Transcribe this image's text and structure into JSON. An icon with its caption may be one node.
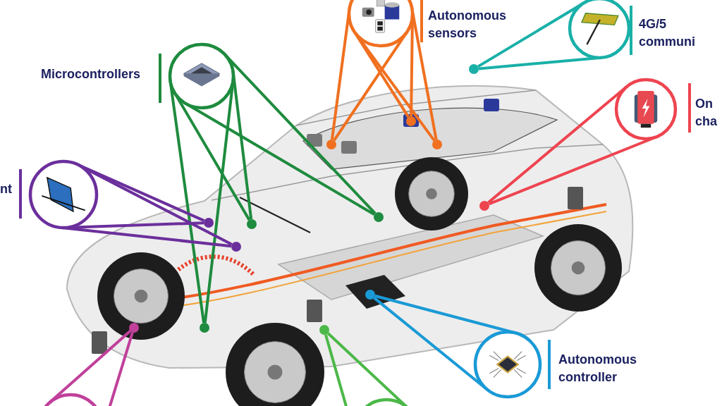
{
  "diagram": {
    "nodes": [
      {
        "text": [
          "Autonomous sensors"
        ]
      },
      {
        "text": [
          "4G/5 communi"
        ]
      },
      {
        "text": [
          "Microcontrollers"
        ]
      },
      {
        "text": [
          "On cha"
        ]
      },
      {
        "text": [
          "nt"
        ]
      },
      {
        "text": [
          "Autonomous controller"
        ]
      },
      {
        "text": [],
        "shape": "circle"
      },
      {
        "text": [],
        "shape": "circle"
      },
      {
        "text": [],
        "shape": "circle"
      },
      {
        "text": [],
        "shape": "circle"
      },
      {
        "text": [],
        "shape": "circle"
      },
      {
        "text": [],
        "shape": "circle"
      },
      {
        "text": [],
        "shape": "circle"
      },
      {
        "text": [],
        "shape": "circle"
      },
      {
        "text": [],
        "shape": "circle"
      },
      {
        "text": [],
        "shape": "circle"
      },
      {
        "text": [],
        "shape": "circle"
      },
      {
        "text": [],
        "shape": "circle"
      },
      {
        "text": [],
        "shape": "circle"
      },
      {
        "text": [],
        "shape": "circle"
      },
      {
        "text": [],
        "shape": "circle"
      }
    ],
    "edges": [
      {
        "from": 0,
        "to": 8,
        "arrow": "none",
        "color": "#f07020"
      },
      {
        "from": 0,
        "to": 9,
        "arrow": "none",
        "color": "#f07020"
      },
      {
        "from": 0,
        "to": 10,
        "arrow": "none",
        "color": "#f07020"
      },
      {
        "from": 1,
        "to": 11,
        "arrow": "none",
        "color": "#19b0a8"
      },
      {
        "from": 2,
        "to": 12,
        "arrow": "none",
        "color": "#1e8b3e"
      },
      {
        "from": 2,
        "to": 13,
        "arrow": "none",
        "color": "#1e8b3e"
      },
      {
        "from": 2,
        "to": 14,
        "arrow": "none",
        "color": "#1e8b3e"
      },
      {
        "from": 3,
        "to": 15,
        "arrow": "none",
        "color": "#ee4450"
      },
      {
        "from": 4,
        "to": 16,
        "arrow": "none",
        "color": "#6b2f9c"
      },
      {
        "from": 4,
        "to": 17,
        "arrow": "none",
        "color": "#6b2f9c"
      },
      {
        "from": 5,
        "to": 18,
        "arrow": "none",
        "color": "#1a9ad6"
      },
      {
        "from": 6,
        "to": 19,
        "arrow": "none",
        "color": "#c0409a"
      },
      {
        "from": 7,
        "to": 20,
        "arrow": "none",
        "color": "#4cb848"
      }
    ]
  }
}
